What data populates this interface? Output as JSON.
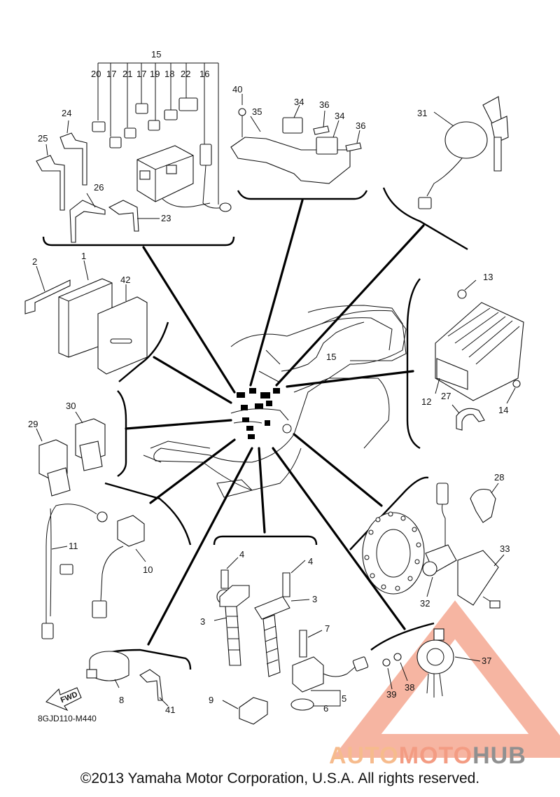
{
  "diagram": {
    "ref_code": "8GJD110-M440",
    "fwd_label": "FWD",
    "copyright": "©2013 Yamaha Motor Corporation, U.S.A. All rights reserved.",
    "watermark": {
      "part1": "AUTO",
      "part2": "MOTO",
      "part3": "HUB",
      "color_primary": "#f28b6e",
      "color_secondary": "#f5b07a",
      "color_tertiary": "#7d7d7d"
    },
    "callouts": {
      "c1": "1",
      "c2": "2",
      "c3a": "3",
      "c3b": "3",
      "c4a": "4",
      "c4b": "4",
      "c5": "5",
      "c6": "6",
      "c7": "7",
      "c8": "8",
      "c9": "9",
      "c10": "10",
      "c11": "11",
      "c12": "12",
      "c13": "13",
      "c14": "14",
      "c15a": "15",
      "c15b": "15",
      "c16": "16",
      "c17a": "17",
      "c17b": "17",
      "c18": "18",
      "c19": "19",
      "c20": "20",
      "c21": "21",
      "c22": "22",
      "c23": "23",
      "c24": "24",
      "c25": "25",
      "c26": "26",
      "c27": "27",
      "c28": "28",
      "c29": "29",
      "c30": "30",
      "c31": "31",
      "c32": "32",
      "c33": "33",
      "c34a": "34",
      "c34b": "34",
      "c35": "35",
      "c36a": "36",
      "c36b": "36",
      "c37": "37",
      "c38": "38",
      "c39": "39",
      "c40": "40",
      "c41": "41",
      "c42": "42"
    }
  }
}
